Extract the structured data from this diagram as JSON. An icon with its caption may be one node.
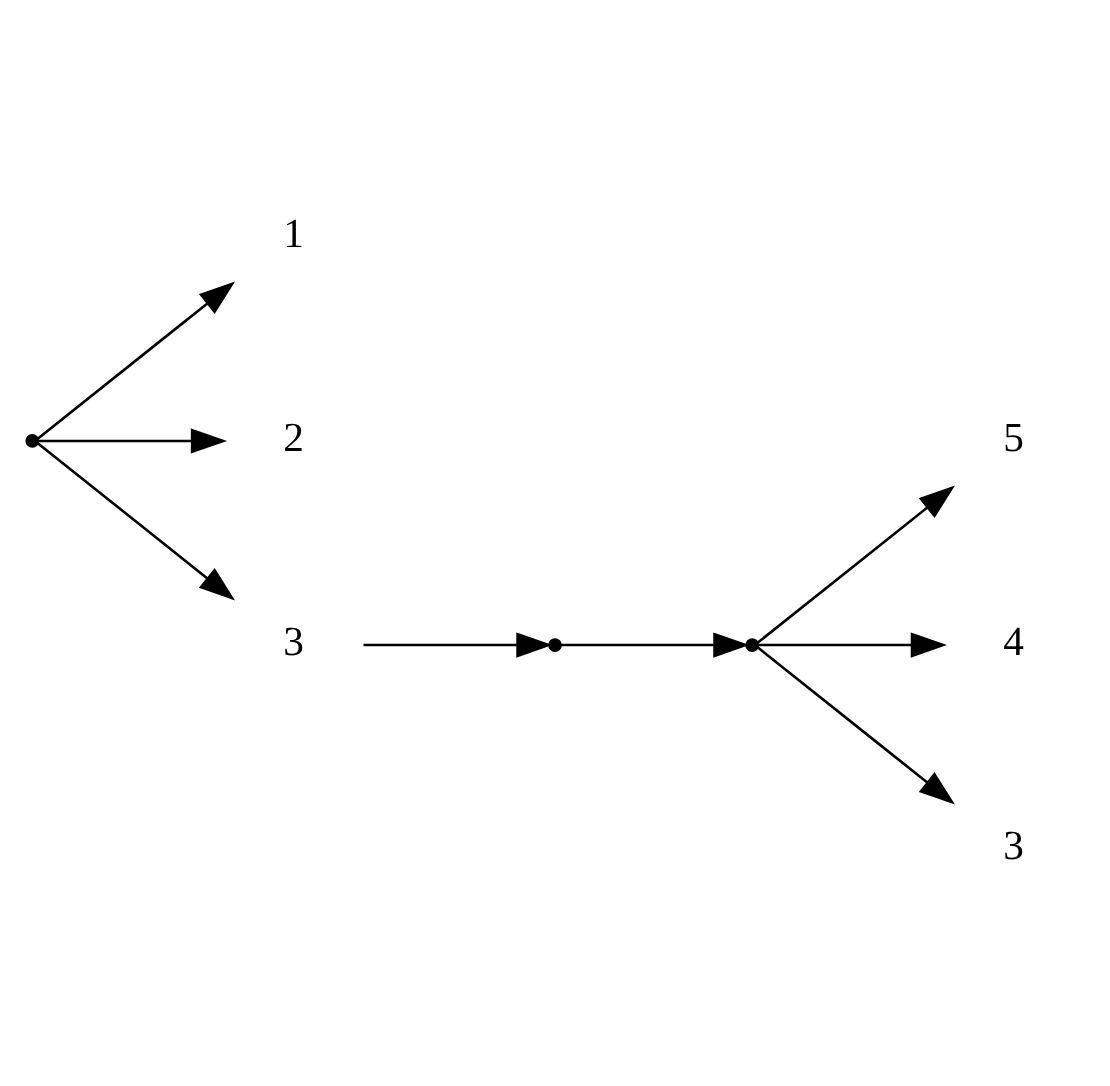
{
  "diagram": {
    "nodes": [
      {
        "text": [],
        "shape": "point"
      },
      {
        "text": [
          "1"
        ]
      },
      {
        "text": [
          "2"
        ]
      },
      {
        "text": [
          "3"
        ]
      },
      {
        "text": [],
        "shape": "point"
      },
      {
        "text": [],
        "shape": "point"
      },
      {
        "text": [
          "5"
        ]
      },
      {
        "text": [
          "4"
        ]
      },
      {
        "text": [
          "3"
        ]
      }
    ],
    "edges": [
      {
        "from": 0,
        "to": 1,
        "arrow": "to"
      },
      {
        "from": 0,
        "to": 2,
        "arrow": "to"
      },
      {
        "from": 0,
        "to": 3,
        "arrow": "to"
      },
      {
        "from": 3,
        "to": 4,
        "arrow": "to"
      },
      {
        "from": 4,
        "to": 5,
        "arrow": "to"
      },
      {
        "from": 5,
        "to": 6,
        "arrow": "to"
      },
      {
        "from": 5,
        "to": 7,
        "arrow": "to"
      },
      {
        "from": 5,
        "to": 8,
        "arrow": "to"
      }
    ]
  }
}
